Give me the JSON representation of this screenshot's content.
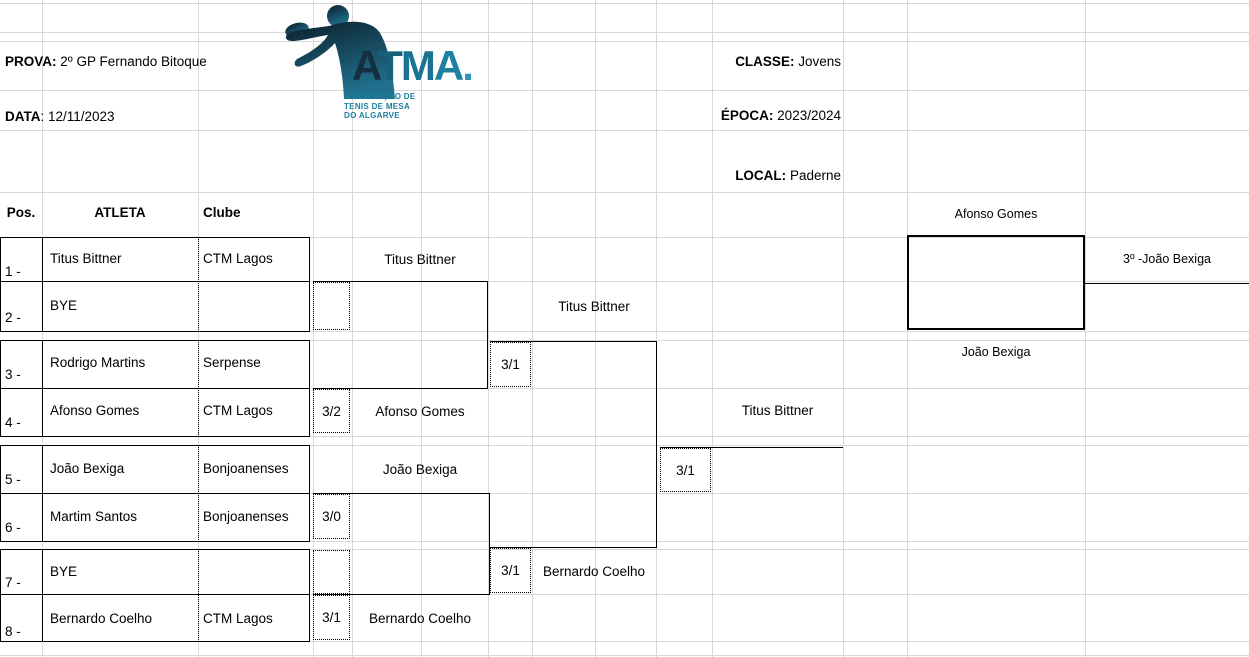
{
  "header": {
    "prova": {
      "label": "PROVA:",
      "value": "2º GP Fernando Bitoque"
    },
    "data": {
      "label": "DATA",
      "value": ": 12/11/2023"
    },
    "classe": {
      "label": "CLASSE:",
      "value": "Jovens"
    },
    "epoca": {
      "label": "ÉPOCA:",
      "value": "2023/2024"
    },
    "local": {
      "label": "LOCAL:",
      "value": "Paderne"
    }
  },
  "logo": {
    "wordmark": "ATMA.",
    "letter_colors": [
      "#14303f",
      "#17617b",
      "#1a7392",
      "#1e7fa0",
      "#2f95b6"
    ],
    "subtitle_lines": [
      "ASSOCIAÇÃO DE",
      "TENIS DE MESA",
      "DO ALGARVE"
    ],
    "subtitle_color": "#1e7d9e"
  },
  "table": {
    "headers": {
      "pos": "Pos.",
      "atleta": "ATLETA",
      "clube": "Clube"
    },
    "players": [
      {
        "pos": "1 -",
        "name": "Titus Bittner",
        "club": "CTM Lagos"
      },
      {
        "pos": "2 -",
        "name": "BYE",
        "club": ""
      },
      {
        "pos": "3 -",
        "name": "Rodrigo Martins",
        "club": "Serpense"
      },
      {
        "pos": "4 -",
        "name": "Afonso Gomes",
        "club": "CTM Lagos"
      },
      {
        "pos": "5 -",
        "name": "João Bexiga",
        "club": "Bonjoanenses"
      },
      {
        "pos": "6 -",
        "name": "Martim Santos",
        "club": "Bonjoanenses"
      },
      {
        "pos": "7 -",
        "name": "BYE",
        "club": ""
      },
      {
        "pos": "8 -",
        "name": "Bernardo Coelho",
        "club": "CTM Lagos"
      }
    ]
  },
  "bracket": {
    "quarter_winners": [
      {
        "name": "Titus Bittner",
        "score": ""
      },
      {
        "name": "Afonso Gomes",
        "score": "3/2"
      },
      {
        "name": "João Bexiga",
        "score": "3/0"
      },
      {
        "name": "Bernardo Coelho",
        "score": "3/1"
      }
    ],
    "semi_winners": [
      {
        "name": "Titus Bittner",
        "score": "3/1"
      },
      {
        "name": "Bernardo Coelho",
        "score": "3/1"
      }
    ],
    "final_winner": {
      "name": "Titus Bittner",
      "score": "3/1"
    },
    "third_place": {
      "top": "Afonso Gomes",
      "bottom": "João Bexiga",
      "result": "3º -João Bexiga"
    }
  },
  "colors": {
    "gridline": "#d9d9d9",
    "border": "#000000"
  }
}
